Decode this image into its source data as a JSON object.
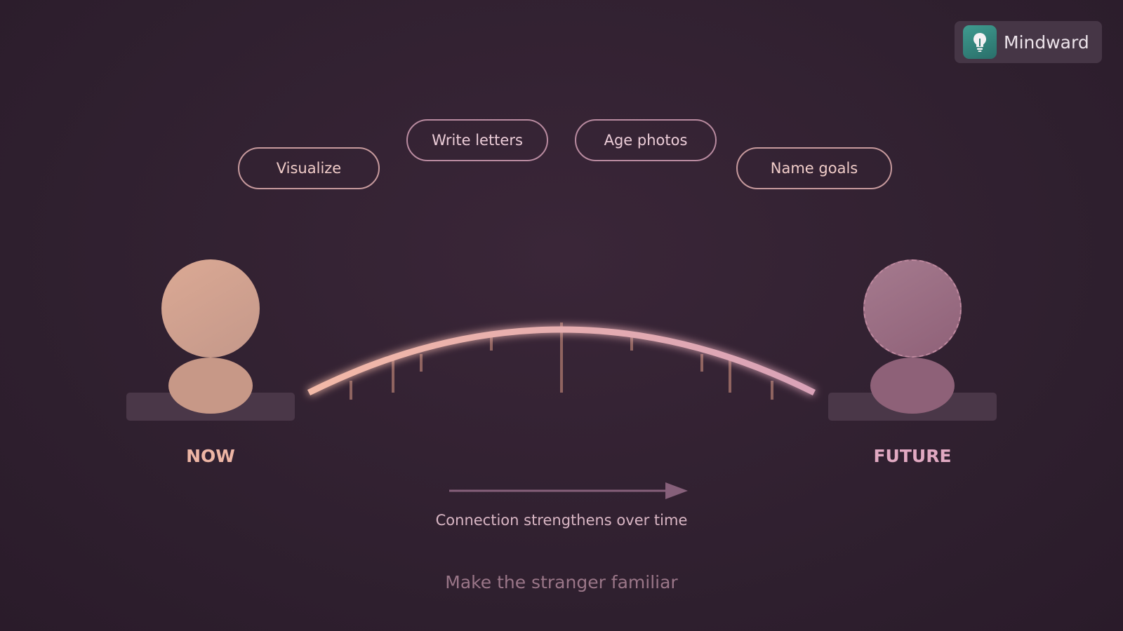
{
  "brand": {
    "name": "Mindward",
    "icon": "lightbulb-icon",
    "accent": "#3f9b8f"
  },
  "practices": [
    {
      "label": "Visualize"
    },
    {
      "label": "Write letters"
    },
    {
      "label": "Age photos"
    },
    {
      "label": "Name goals"
    }
  ],
  "now": {
    "label": "NOW",
    "color": "#d6a38f"
  },
  "future": {
    "label": "FUTURE",
    "color": "#9a6b82"
  },
  "timeline": {
    "caption": "Connection strengthens over time"
  },
  "tagline": "Make the stranger familiar",
  "colors": {
    "background": "#2e1f2e",
    "bridge_start": "#f3b9a7",
    "bridge_end": "#d9a2b8",
    "support": "#a07068"
  }
}
